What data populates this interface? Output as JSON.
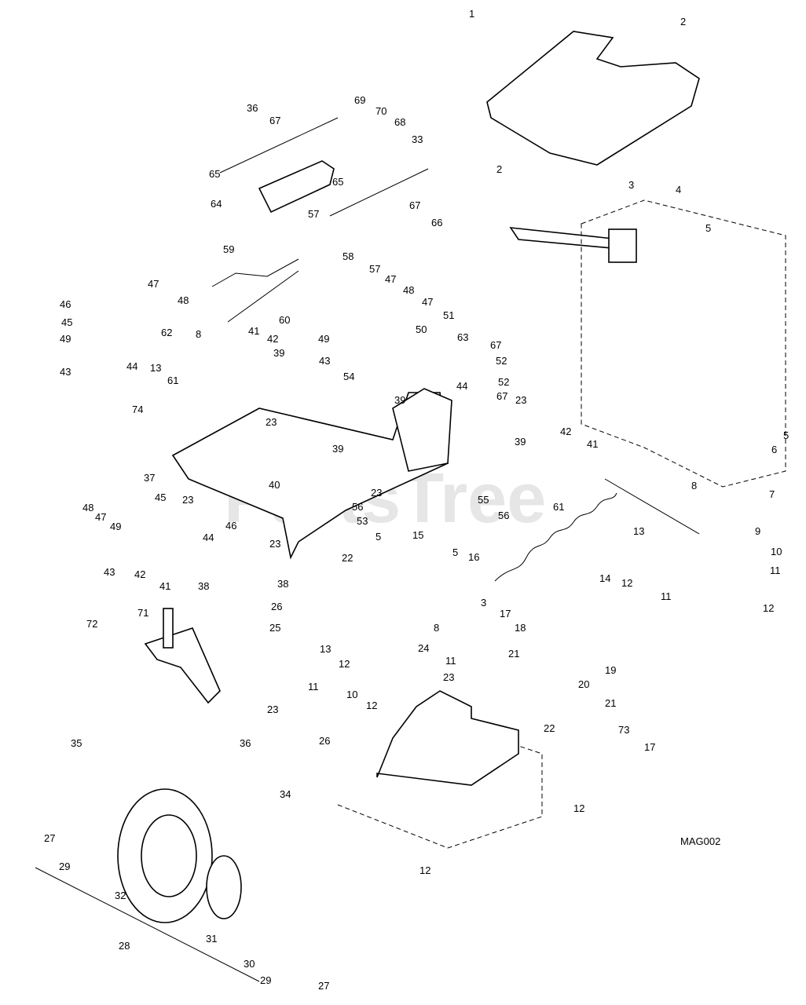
{
  "diagram_code": "MAG002",
  "watermark": "PartsTree",
  "labels": [
    "1",
    "2",
    "2",
    "3",
    "4",
    "5",
    "36",
    "67",
    "69",
    "70",
    "68",
    "33",
    "65",
    "64",
    "65",
    "67",
    "66",
    "57",
    "59",
    "58",
    "57",
    "47",
    "48",
    "47",
    "50",
    "51",
    "63",
    "67",
    "52",
    "52",
    "67",
    "23",
    "47",
    "46",
    "48",
    "45",
    "49",
    "43",
    "44",
    "62",
    "8",
    "41",
    "42",
    "39",
    "13",
    "61",
    "60",
    "49",
    "43",
    "44",
    "54",
    "39",
    "74",
    "23",
    "39",
    "37",
    "23",
    "40",
    "23",
    "56",
    "55",
    "56",
    "53",
    "39",
    "42",
    "41",
    "5",
    "6",
    "7",
    "61",
    "8",
    "45",
    "46",
    "48",
    "47",
    "49",
    "44",
    "43",
    "42",
    "41",
    "38",
    "23",
    "5",
    "15",
    "5",
    "16",
    "22",
    "13",
    "9",
    "10",
    "11",
    "12",
    "11",
    "12",
    "14",
    "38",
    "3",
    "26",
    "25",
    "17",
    "18",
    "8",
    "24",
    "13",
    "12",
    "11",
    "19",
    "21",
    "20",
    "21",
    "23",
    "22",
    "11",
    "10",
    "12",
    "23",
    "26",
    "71",
    "72",
    "35",
    "36",
    "73",
    "17",
    "12",
    "34",
    "27",
    "29",
    "32",
    "28",
    "31",
    "30",
    "29",
    "27",
    "12"
  ]
}
